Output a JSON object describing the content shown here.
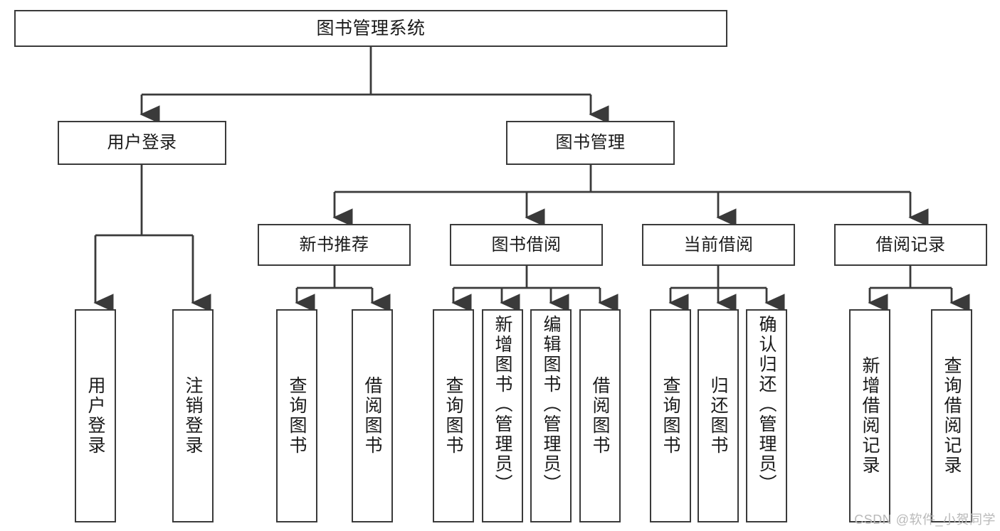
{
  "diagram": {
    "title": "图书管理系统",
    "root": {
      "label": "图书管理系统"
    },
    "level2": [
      {
        "label": "用户登录"
      },
      {
        "label": "图书管理"
      }
    ],
    "level3": [
      {
        "label": "新书推荐"
      },
      {
        "label": "图书借阅"
      },
      {
        "label": "当前借阅"
      },
      {
        "label": "借阅记录"
      }
    ],
    "leaves": {
      "user_login": [
        {
          "label": "用户登录"
        },
        {
          "label": "注销登录"
        }
      ],
      "new_book_recommend": [
        {
          "label": "查询图书"
        },
        {
          "label": "借阅图书"
        }
      ],
      "book_borrow": [
        {
          "label": "查询图书"
        },
        {
          "label": "新增图书（管理员）"
        },
        {
          "label": "编辑图书（管理员）"
        },
        {
          "label": "借阅图书"
        }
      ],
      "current_borrow": [
        {
          "label": "查询图书"
        },
        {
          "label": "归还图书"
        },
        {
          "label": "确认归还（管理员）"
        }
      ],
      "borrow_record": [
        {
          "label": "新增借阅记录"
        },
        {
          "label": "查询借阅记录"
        }
      ]
    }
  },
  "watermark": {
    "text": "CSDN @软件_小贺同学"
  },
  "colors": {
    "stroke": "#3a3a3a",
    "fill": "#ffffff",
    "text": "#1a1a1a",
    "watermark": "#b9b9b9"
  }
}
